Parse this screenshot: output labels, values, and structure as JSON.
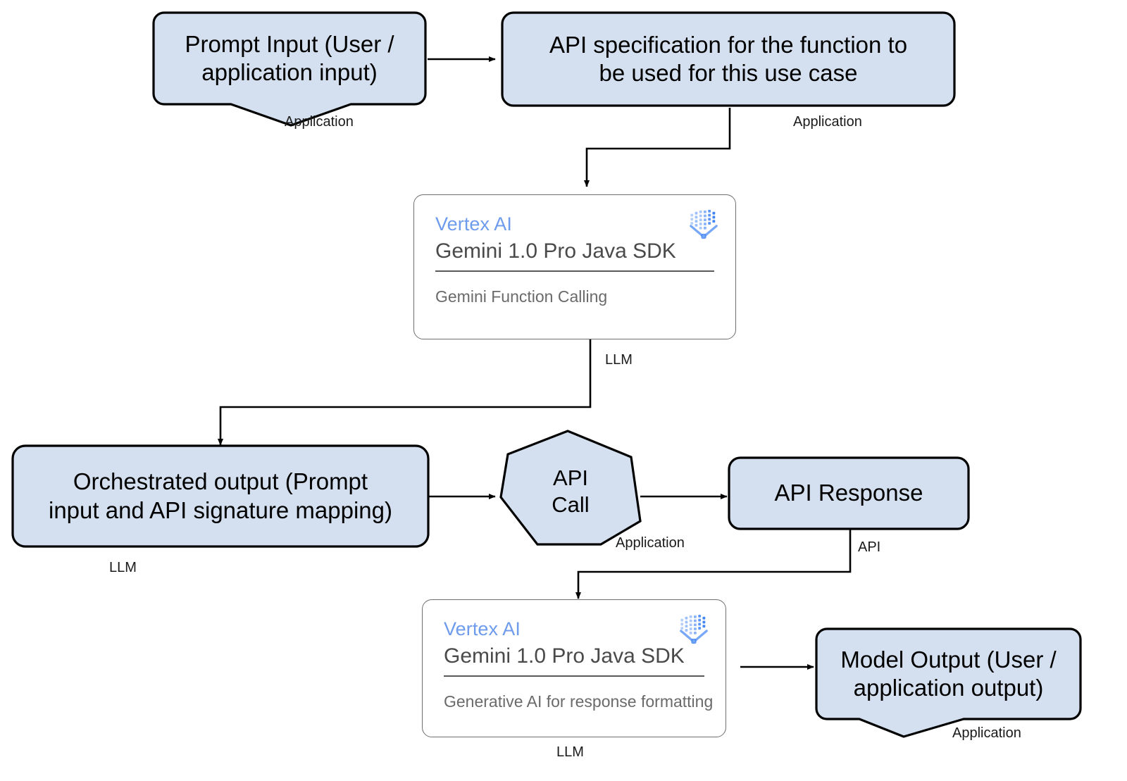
{
  "diagram": {
    "title": "Gemini Function Calling application flow",
    "colors": {
      "node_fill": "#d4e0ef",
      "node_stroke": "#000000",
      "card_stroke": "#6f6f6f",
      "vertex_blue": "#6e9bec",
      "card_title_gray": "#4a4a4a",
      "card_sub_gray": "#6a6a6a",
      "connector": "#000000",
      "background": "#ffffff"
    }
  },
  "nodes": {
    "prompt_input": {
      "label": "Prompt Input (User /\napplication input)",
      "role": "Application"
    },
    "api_spec": {
      "label": "API specification for the function to\nbe used for this use case",
      "role": "Application"
    },
    "vertex_card_top": {
      "brand": "Vertex AI",
      "title": "Gemini 1.0 Pro Java SDK",
      "subtitle": "Gemini Function Calling",
      "logo": "vertex-ai-logo-icon",
      "role": "LLM"
    },
    "orchestrated_output": {
      "label": "Orchestrated output (Prompt\ninput and API signature mapping)",
      "role": "LLM"
    },
    "api_call": {
      "label": "API\nCall",
      "role": "Application"
    },
    "api_response": {
      "label": "API Response",
      "role": "API"
    },
    "vertex_card_bottom": {
      "brand": "Vertex AI",
      "title": "Gemini 1.0 Pro Java SDK",
      "subtitle": "Generative AI for response formatting",
      "logo": "vertex-ai-logo-icon",
      "role": "LLM"
    },
    "model_output": {
      "label": "Model Output (User /\napplication output)",
      "role": "Application"
    }
  },
  "connectors": [
    {
      "id": "prompt-to-apispec",
      "from": "prompt_input",
      "to": "api_spec"
    },
    {
      "id": "apispec-to-vertex",
      "from": "api_spec",
      "to": "vertex_card_top"
    },
    {
      "id": "vertex-to-orch",
      "from": "vertex_card_top",
      "to": "orchestrated_output"
    },
    {
      "id": "orch-to-apicall",
      "from": "orchestrated_output",
      "to": "api_call"
    },
    {
      "id": "apicall-to-apiresp",
      "from": "api_call",
      "to": "api_response"
    },
    {
      "id": "apiresp-to-vertex2",
      "from": "api_response",
      "to": "vertex_card_bottom"
    },
    {
      "id": "vertex2-to-output",
      "from": "vertex_card_bottom",
      "to": "model_output"
    }
  ]
}
